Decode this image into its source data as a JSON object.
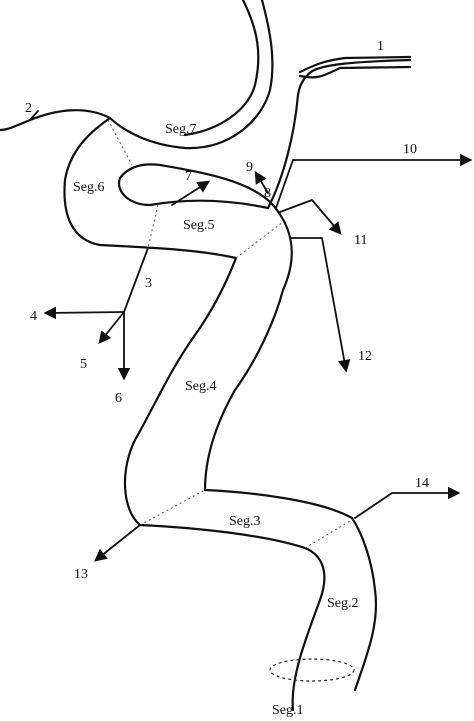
{
  "segments": [
    "Seg.1",
    "Seg.2",
    "Seg.3",
    "Seg.4",
    "Seg.5",
    "Seg.6",
    "Seg.7"
  ],
  "branches": [
    "1",
    "2",
    "3",
    "4",
    "5",
    "6",
    "7",
    "8",
    "9",
    "10",
    "11",
    "12",
    "13",
    "14"
  ],
  "colors": {
    "line": "#111111",
    "divider": "#555555",
    "background": "#ffffff"
  }
}
